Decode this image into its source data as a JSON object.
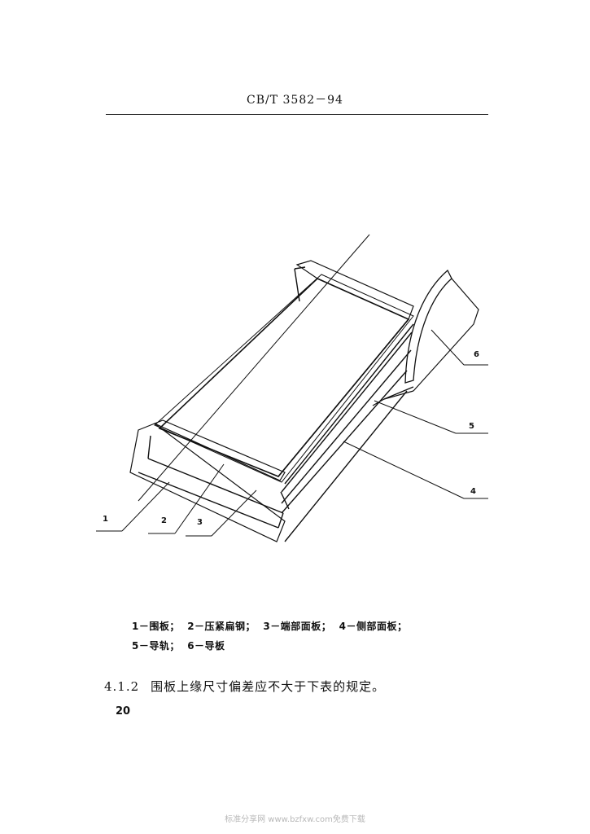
{
  "header": {
    "standard_code": "CB/T 3582－94"
  },
  "figure": {
    "labels": [
      "1",
      "2",
      "3",
      "4",
      "5",
      "6"
    ],
    "caption_line1": "1－围板；  2－压紧扁钢；  3－端部面板；  4－侧部面板；",
    "caption_line2": "5－导轨；  6－导板"
  },
  "clause": {
    "number": "4.1.2",
    "text": "围板上缘尺寸偏差应不大于下表的规定。"
  },
  "page_number": "20",
  "watermark": "标准分享网 www.bzfxw.com免费下载"
}
